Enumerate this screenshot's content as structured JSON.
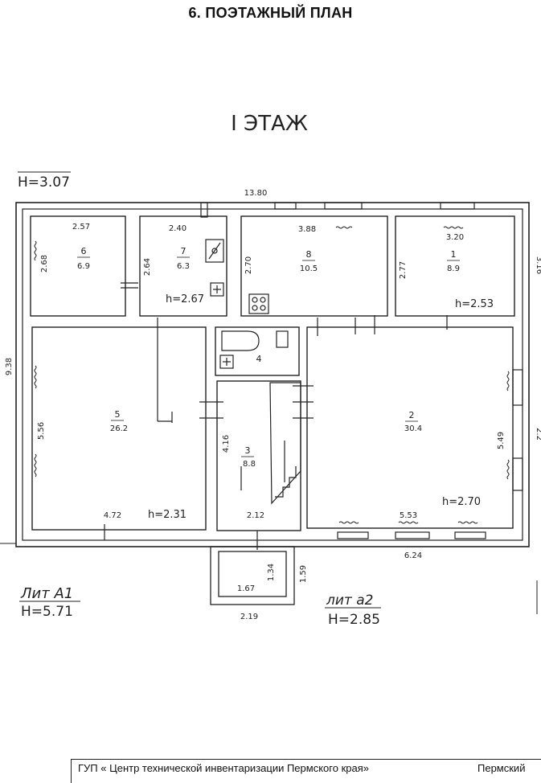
{
  "heading": "6. ПОЭТАЖНЫЙ ПЛАН",
  "floor_title": "I ЭТАЖ",
  "height_main": "H=3.07",
  "overall": {
    "width": "13.80",
    "depth": "9.38",
    "right_edge": "3.16",
    "right_lower": "2.2"
  },
  "rooms": [
    {
      "id": "6",
      "area": "6.9",
      "width": "2.57",
      "depth": "2.68"
    },
    {
      "id": "7",
      "area": "6.3",
      "width": "2.40",
      "depth": "2.64",
      "height": "h=2.67"
    },
    {
      "id": "8",
      "area": "10.5",
      "width": "3.88",
      "depth": "2.70"
    },
    {
      "id": "1",
      "area": "8.9",
      "width": "3.20",
      "depth": "2.77",
      "height": "h=2.53"
    },
    {
      "id": "5",
      "area": "26.2",
      "width": "4.72",
      "depth": "5.56",
      "height": "h=2.31"
    },
    {
      "id": "4"
    },
    {
      "id": "3",
      "area": "8.8",
      "width": "2.12",
      "depth": "4.16"
    },
    {
      "id": "2",
      "area": "30.4",
      "width": "5.53",
      "depth": "5.49",
      "height": "h=2.70"
    }
  ],
  "extra_dims": {
    "lit_a2_width": "6.24",
    "porch_inner_w": "1.67",
    "porch_inner_d": "1.34",
    "porch_outer_w": "2.19",
    "porch_outer_d": "1.59"
  },
  "lit_a1": {
    "label": "Лит А1",
    "height": "H=5.71"
  },
  "lit_a2": {
    "label": "лит а2",
    "height": "H=2.85"
  },
  "footer": {
    "org": "ГУП « Центр технической инвентаризации Пермского края»",
    "right": "Пермский"
  }
}
